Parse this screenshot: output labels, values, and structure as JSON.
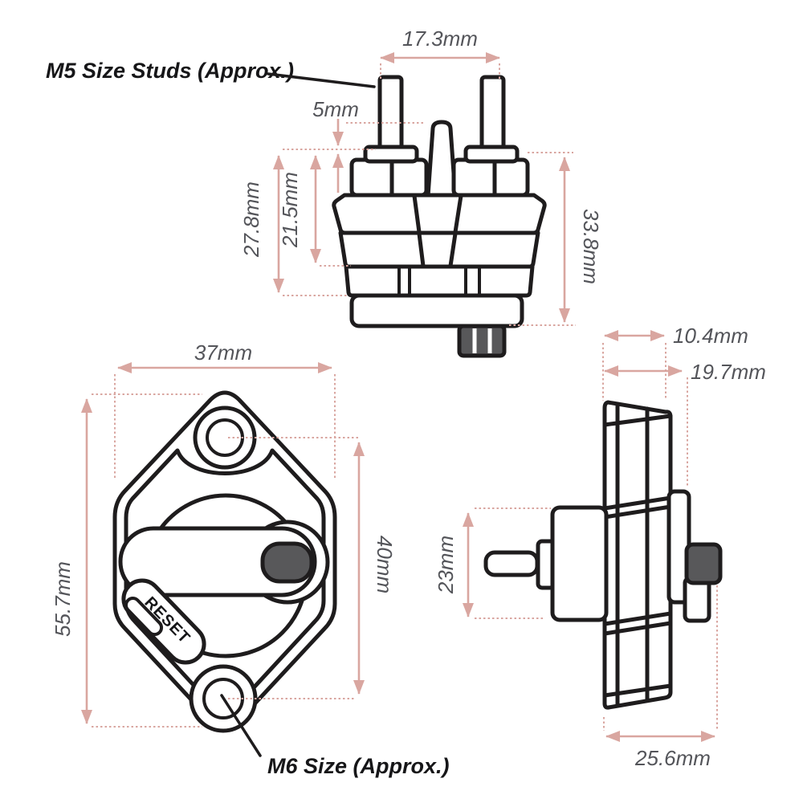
{
  "annotations": {
    "stud_note": "M5 Size Studs (Approx.)",
    "hole_note": "M6 Size (Approx.)",
    "reset_button": "RESET"
  },
  "dimensions": {
    "stud_spacing": "17.3mm",
    "stud_plate_offset": "5mm",
    "upper_body_height": "27.8mm",
    "inner_body_height": "21.5mm",
    "overall_body_height": "33.8mm",
    "plate_width": "37mm",
    "plate_height": "55.7mm",
    "mount_hole_spacing": "40mm",
    "flange_thickness": "10.4mm",
    "flange_to_body_depth": "19.7mm",
    "stud_body_height": "23mm",
    "overall_depth": "25.6mm"
  },
  "colors": {
    "dimension_line": "#D9A6A0",
    "drawing_line": "#1E1C1D",
    "dark_fill": "#58585A",
    "dimension_text": "#54555A"
  }
}
